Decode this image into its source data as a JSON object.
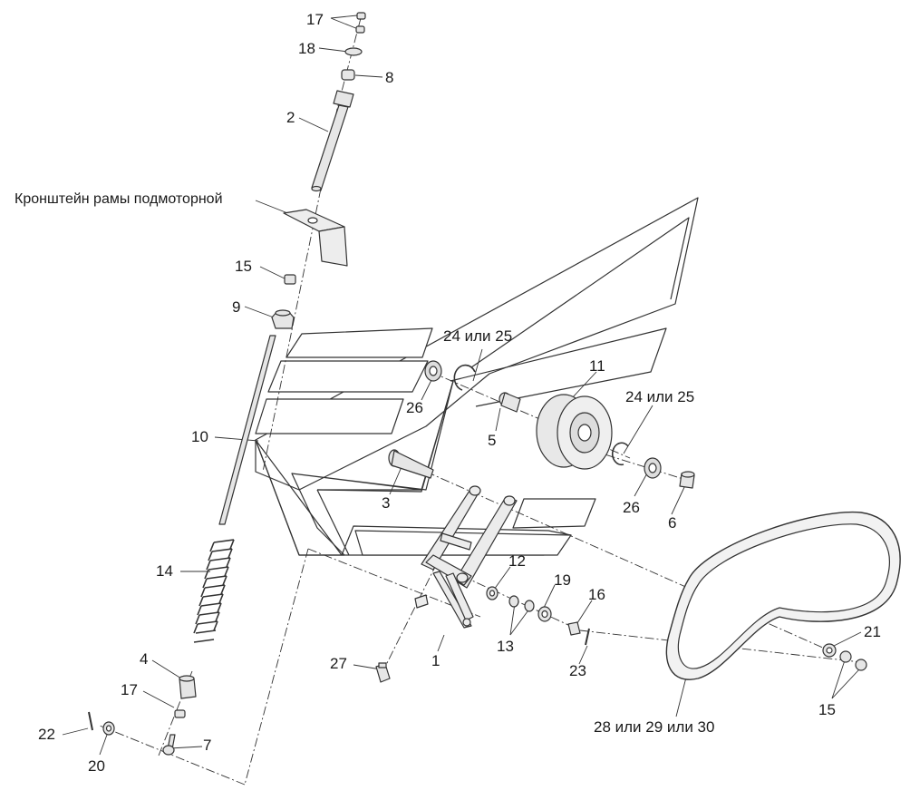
{
  "title_callout": "Кронштейн рамы подмоторной",
  "colors": {
    "line": "#333333",
    "part_fill": "#e2e2e2",
    "accent": "#9a9a9a"
  },
  "callouts": {
    "c17_top": "17",
    "c18": "18",
    "c8": "8",
    "c2": "2",
    "c15_top": "15",
    "c9": "9",
    "c10": "10",
    "c24_25_a": "24 или 25",
    "c26_a": "26",
    "c11": "11",
    "c24_25_b": "24 или 25",
    "c5": "5",
    "c3": "3",
    "c26_b": "26",
    "c6": "6",
    "c14": "14",
    "c12": "12",
    "c19": "19",
    "c16": "16",
    "c13": "13",
    "c1": "1",
    "c27": "27",
    "c23": "23",
    "c21": "21",
    "c15_bottom": "15",
    "c4": "4",
    "c17_bottom": "17",
    "c22": "22",
    "c7": "7",
    "c20": "20",
    "c28_29_30": "28 или 29 или 30"
  }
}
